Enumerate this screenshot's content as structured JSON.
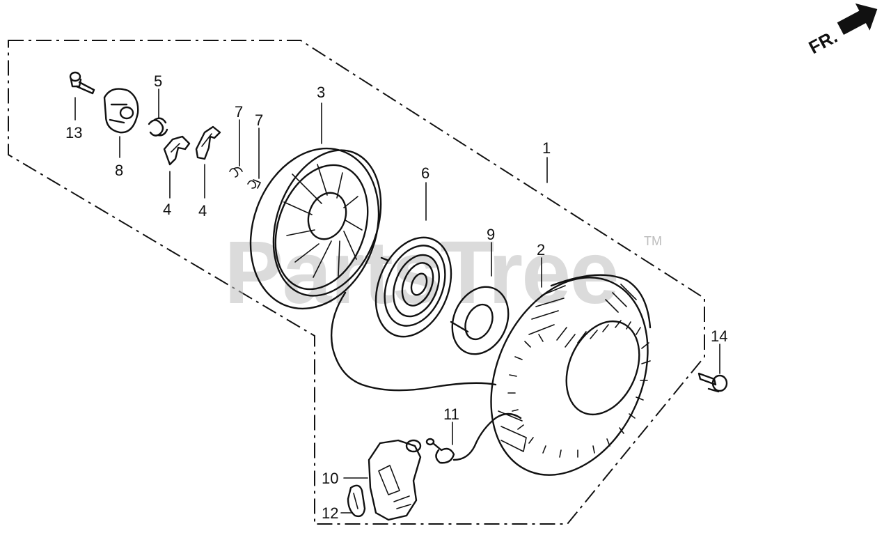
{
  "watermark": {
    "text": "PartsTree",
    "tm": "TM"
  },
  "orientation": {
    "label": "FR."
  },
  "callouts": [
    {
      "id": "13",
      "label": "13"
    },
    {
      "id": "8",
      "label": "8"
    },
    {
      "id": "5",
      "label": "5"
    },
    {
      "id": "4a",
      "label": "4"
    },
    {
      "id": "4b",
      "label": "4"
    },
    {
      "id": "7a",
      "label": "7"
    },
    {
      "id": "7b",
      "label": "7"
    },
    {
      "id": "3",
      "label": "3"
    },
    {
      "id": "1",
      "label": "1"
    },
    {
      "id": "6",
      "label": "6"
    },
    {
      "id": "9",
      "label": "9"
    },
    {
      "id": "2",
      "label": "2"
    },
    {
      "id": "14",
      "label": "14"
    },
    {
      "id": "11",
      "label": "11"
    },
    {
      "id": "10",
      "label": "10"
    },
    {
      "id": "12",
      "label": "12"
    }
  ]
}
